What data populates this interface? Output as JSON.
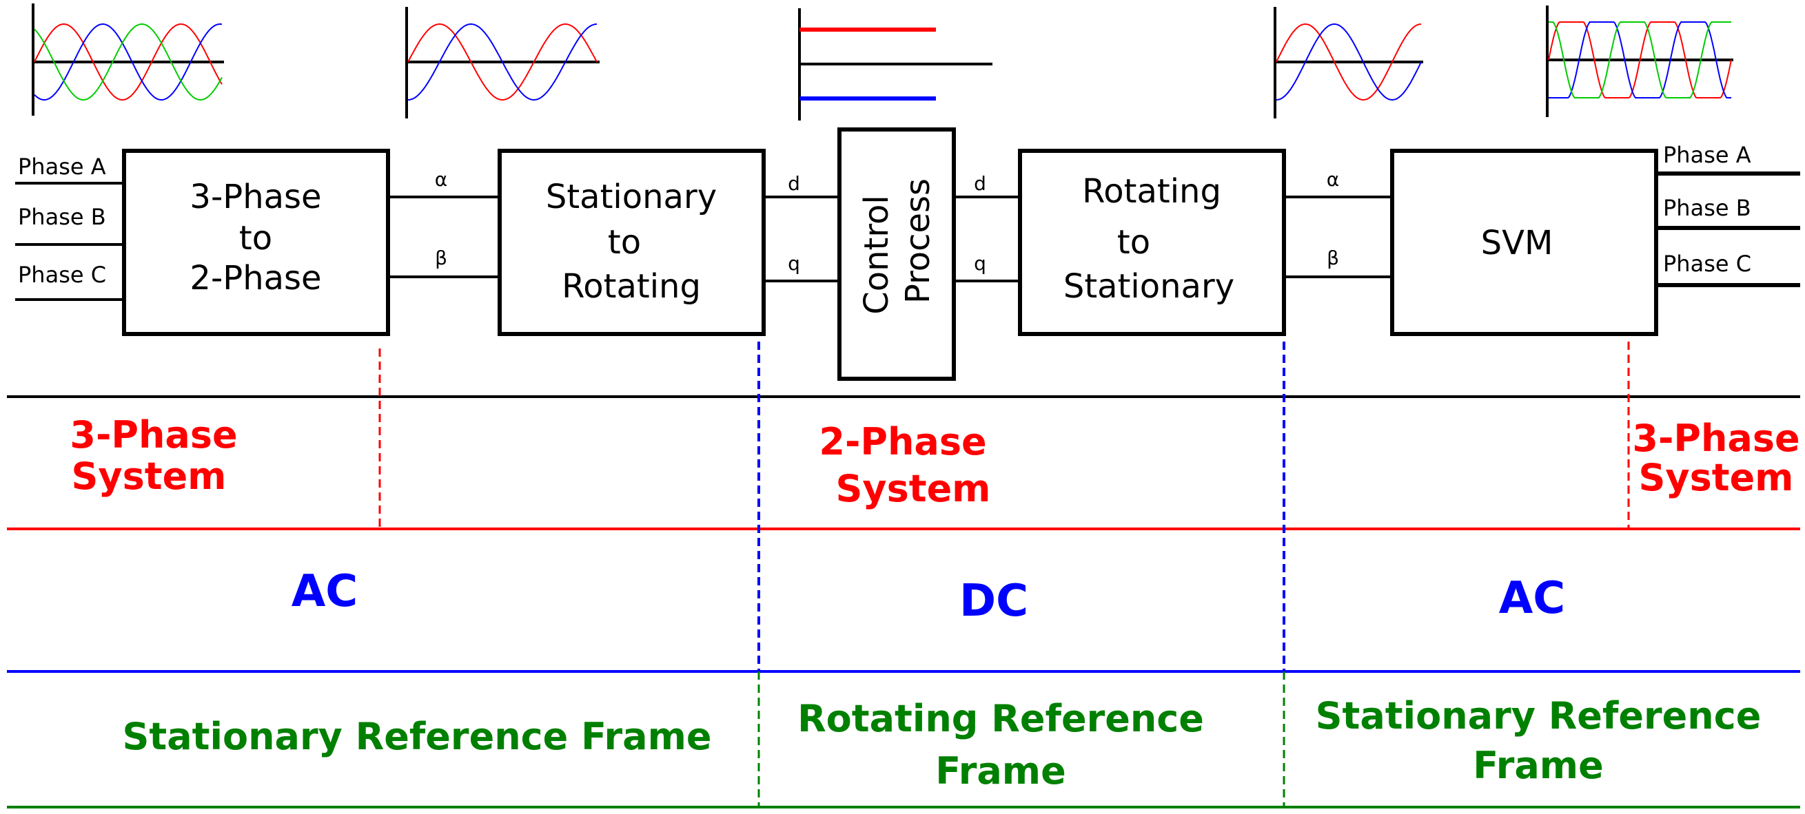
{
  "blocks": {
    "three_to_two": [
      "3-Phase",
      "to",
      "2-Phase"
    ],
    "stat_to_rot": [
      "Stationary",
      "to",
      "Rotating"
    ],
    "control": [
      "Control",
      "Process"
    ],
    "rot_to_stat": [
      "Rotating",
      "to",
      "Stationary"
    ],
    "svm": "SVM"
  },
  "inputs": [
    "Phase A",
    "Phase B",
    "Phase C"
  ],
  "outputs": [
    "Phase A",
    "Phase B",
    "Phase C"
  ],
  "signals": {
    "alpha": "α",
    "beta": "β",
    "d": "d",
    "q": "q"
  },
  "rows": {
    "system": {
      "left": [
        "3-Phase",
        "System"
      ],
      "middle": [
        "2-Phase",
        "System"
      ],
      "right": [
        "3-Phase",
        "System"
      ],
      "color": "#ff0000"
    },
    "current": {
      "left": "AC",
      "middle": "DC",
      "right": "AC",
      "color": "#0000ff"
    },
    "frame": {
      "left": "Stationary Reference Frame",
      "middle": [
        "Rotating Reference",
        "Frame"
      ],
      "right": [
        "Stationary Reference",
        "Frame"
      ],
      "color": "#008000"
    }
  },
  "waveform_colors": {
    "a": "#ff0000",
    "b": "#0000ff",
    "c": "#00cc00"
  }
}
